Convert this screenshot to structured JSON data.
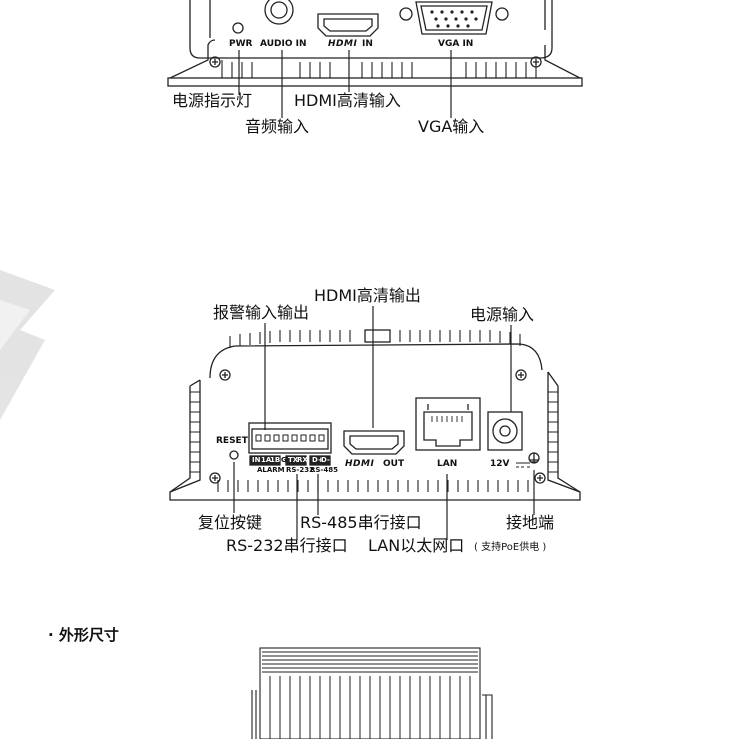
{
  "top_panel": {
    "port_labels": {
      "pwr": "PWR",
      "audio_in": "AUDIO IN",
      "hdmi_in_brand": "HDMI",
      "hdmi_in_suffix": "IN",
      "vga_in": "VGA IN"
    },
    "callouts": {
      "power_indicator": "电源指示灯",
      "hdmi_input": "HDMI高清输入",
      "audio_input": "音频输入",
      "vga_input": "VGA输入"
    }
  },
  "bottom_panel": {
    "port_labels": {
      "reset": "RESET",
      "alarm": "ALARM",
      "rs232": "RS-232",
      "rs485": "RS-485",
      "terminal_in": "IN",
      "terminal_1a": "1A",
      "terminal_1b": "1B",
      "terminal_g": "G",
      "terminal_tx": "TX",
      "terminal_rx": "RX",
      "terminal_dplus": "D+",
      "terminal_dminus": "D-",
      "hdmi_out_brand": "HDMI",
      "hdmi_out_suffix": "OUT",
      "lan": "LAN",
      "power_12v": "12V"
    },
    "callouts": {
      "hdmi_output": "HDMI高清输出",
      "alarm_io": "报警输入输出",
      "power_input": "电源输入",
      "reset_button": "复位按键",
      "rs485_port": "RS-485串行接口",
      "ground_terminal": "接地端",
      "rs232_port": "RS-232串行接口",
      "lan_port": "LAN以太网口",
      "lan_note": "( 支持PoE供电 )"
    }
  },
  "dimensions_section": {
    "title": "· 外形尺寸"
  },
  "colors": {
    "line": "#222222",
    "fin": "#333333",
    "panel_fill": "#ffffff",
    "watermark": "#dddddd"
  }
}
